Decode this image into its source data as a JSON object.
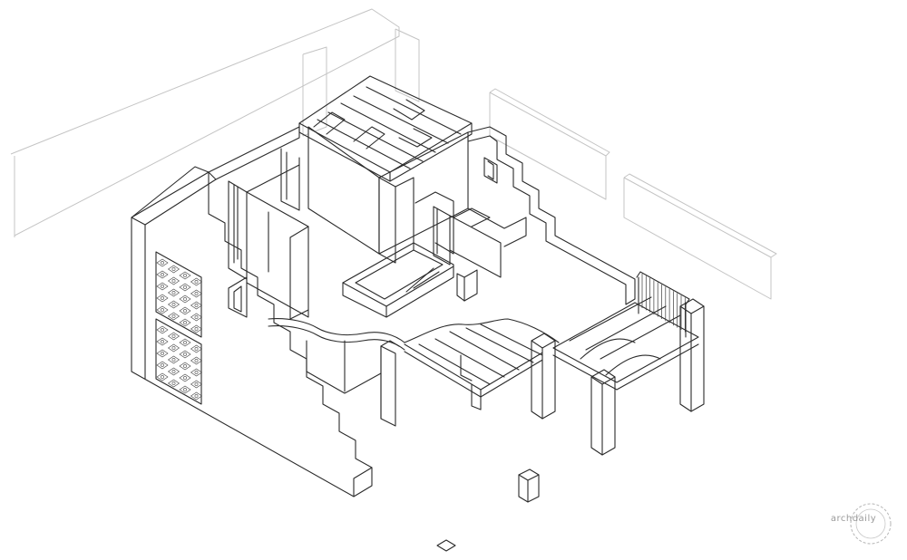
{
  "image": {
    "kind": "isometric-axonometric-line-drawing",
    "subject": "house"
  },
  "watermark": {
    "text": "archdaily"
  }
}
